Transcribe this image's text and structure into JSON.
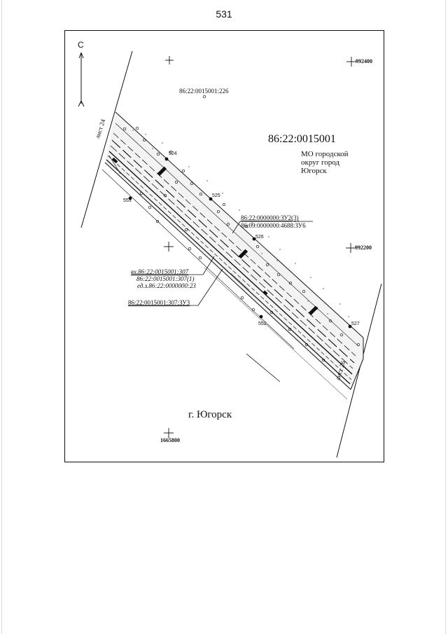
{
  "page": {
    "number": "531"
  },
  "north_arrow": {
    "letter": "С"
  },
  "grid_marks": {
    "y1": "992400",
    "y2": "992200",
    "x1": "1665800"
  },
  "blocks": {
    "main_code": "86:22:0015001",
    "top_parcel": "86:22:0015001:226",
    "municipality": [
      "МО городской",
      "округ город",
      "Югорск"
    ]
  },
  "sheets": {
    "left": "лист 24",
    "right": "лист 26"
  },
  "points": {
    "p524": "524",
    "p525": "525",
    "p526": "526",
    "p527": "527",
    "p552": "552",
    "p553": "553"
  },
  "parcel_labels": {
    "zu2": "86:22:0000000:ЗУ2(3)",
    "zu6": "86:09:0000000:4688:ЗУ6",
    "vh": "вх.86:22:0015001:307",
    "p307_1": "86:22:0015001:307(1)",
    "ez": "ед.з.86:22:0000000:23",
    "zu3": "86:22:0015001:307:ЗУ3"
  },
  "city_name": "г. Югорск"
}
